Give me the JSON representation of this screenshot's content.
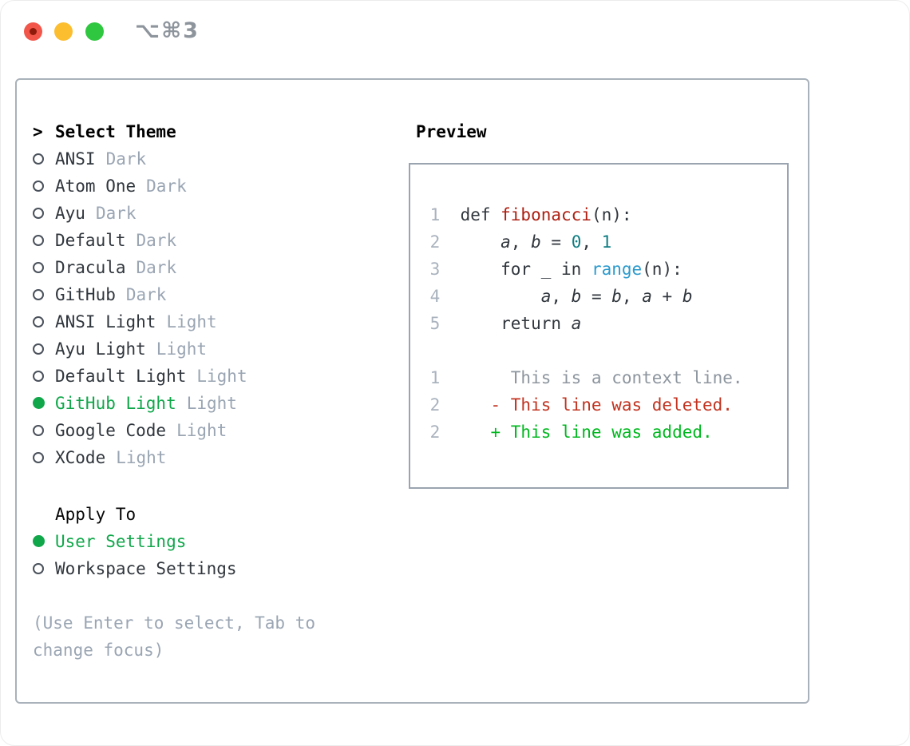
{
  "window": {
    "title": "⌥⌘3"
  },
  "selector": {
    "prompt": ">",
    "title": "Select Theme",
    "themes": [
      {
        "name": "ANSI",
        "variant": "Dark",
        "selected": false
      },
      {
        "name": "Atom One",
        "variant": "Dark",
        "selected": false
      },
      {
        "name": "Ayu",
        "variant": "Dark",
        "selected": false
      },
      {
        "name": "Default",
        "variant": "Dark",
        "selected": false
      },
      {
        "name": "Dracula",
        "variant": "Dark",
        "selected": false
      },
      {
        "name": "GitHub",
        "variant": "Dark",
        "selected": false
      },
      {
        "name": "ANSI Light",
        "variant": "Light",
        "selected": false
      },
      {
        "name": "Ayu Light",
        "variant": "Light",
        "selected": false
      },
      {
        "name": "Default Light",
        "variant": "Light",
        "selected": false
      },
      {
        "name": "GitHub Light",
        "variant": "Light",
        "selected": true
      },
      {
        "name": "Google Code",
        "variant": "Light",
        "selected": false
      },
      {
        "name": "XCode",
        "variant": "Light",
        "selected": false
      }
    ],
    "apply_to": {
      "title": "Apply To",
      "options": [
        {
          "label": "User Settings",
          "selected": true
        },
        {
          "label": "Workspace Settings",
          "selected": false
        }
      ]
    },
    "help": "(Use Enter to select, Tab to change focus)"
  },
  "preview": {
    "title": "Preview",
    "lines": [
      {
        "num": "1",
        "tokens": [
          {
            "text": "def ",
            "style": "plain"
          },
          {
            "text": "fibonacci",
            "style": "function"
          },
          {
            "text": "(n):",
            "style": "plain"
          }
        ]
      },
      {
        "num": "2",
        "tokens": [
          {
            "text": "    ",
            "style": "plain"
          },
          {
            "text": "a",
            "style": "variable"
          },
          {
            "text": ", ",
            "style": "plain"
          },
          {
            "text": "b",
            "style": "variable"
          },
          {
            "text": " = ",
            "style": "plain"
          },
          {
            "text": "0",
            "style": "number"
          },
          {
            "text": ", ",
            "style": "plain"
          },
          {
            "text": "1",
            "style": "number"
          }
        ]
      },
      {
        "num": "3",
        "tokens": [
          {
            "text": "    for _ in ",
            "style": "plain"
          },
          {
            "text": "range",
            "style": "builtin"
          },
          {
            "text": "(n):",
            "style": "plain"
          }
        ]
      },
      {
        "num": "4",
        "tokens": [
          {
            "text": "        ",
            "style": "plain"
          },
          {
            "text": "a",
            "style": "variable"
          },
          {
            "text": ", ",
            "style": "plain"
          },
          {
            "text": "b",
            "style": "variable"
          },
          {
            "text": " = ",
            "style": "plain"
          },
          {
            "text": "b",
            "style": "variable"
          },
          {
            "text": ", ",
            "style": "plain"
          },
          {
            "text": "a",
            "style": "variable"
          },
          {
            "text": " + ",
            "style": "plain"
          },
          {
            "text": "b",
            "style": "variable"
          }
        ]
      },
      {
        "num": "5",
        "tokens": [
          {
            "text": "    return ",
            "style": "plain"
          },
          {
            "text": "a",
            "style": "variable"
          }
        ]
      },
      {
        "num": "",
        "tokens": []
      },
      {
        "num": "1",
        "tokens": [
          {
            "text": "     This is a context line.",
            "style": "context"
          }
        ]
      },
      {
        "num": "2",
        "tokens": [
          {
            "text": "   - This line was deleted.",
            "style": "deleted"
          }
        ]
      },
      {
        "num": "2",
        "tokens": [
          {
            "text": "   + This line was added.",
            "style": "added"
          }
        ]
      }
    ]
  },
  "colors": {
    "accent_green": "#10a74a",
    "added_green": "#00b81f",
    "deleted_red": "#c23320",
    "function_red": "#ad1e10",
    "number_teal": "#0e7d82",
    "builtin_blue": "#2a9acd",
    "text_dark": "#30363d",
    "muted_gray": "#9aa5b3",
    "line_number_gray": "#a9b2bd",
    "context_gray": "#8d959e",
    "panel_border": "#a9b1ba",
    "preview_border": "#9aa4b0",
    "traffic_red": "#f2564a",
    "traffic_yellow": "#fcbd2f",
    "traffic_green": "#2fc73f",
    "titlebar_text": "#8d949c"
  }
}
